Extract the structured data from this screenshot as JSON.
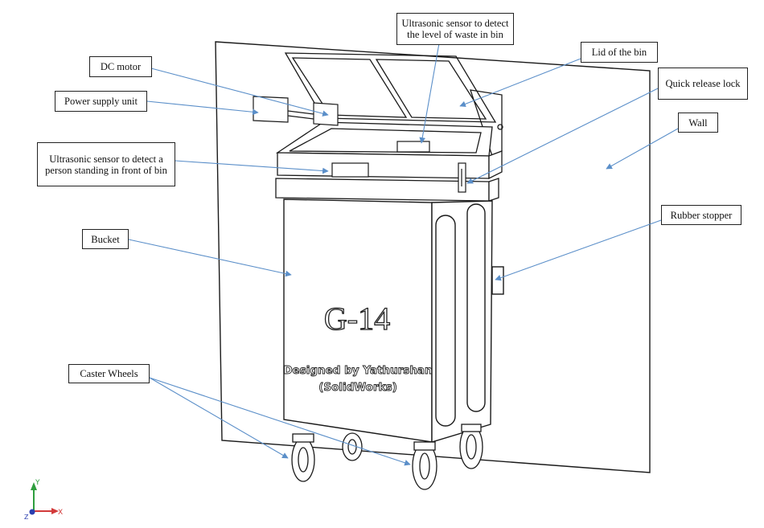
{
  "labels": {
    "dc_motor": "DC motor",
    "power_supply": "Power supply unit",
    "ultrasonic_person": "Ultrasonic sensor to detect a person standing in front of bin",
    "bucket": "Bucket",
    "caster_wheels": "Caster Wheels",
    "ultrasonic_waste": "Ultrasonic sensor to detect the level of waste in bin",
    "lid": "Lid of the bin",
    "quick_release": "Quick release lock",
    "wall": "Wall",
    "rubber_stopper": "Rubber stopper"
  },
  "bin": {
    "model": "G-14",
    "designer_line1": "Designed by Yathurshan",
    "designer_line2": "(SolidWorks)"
  },
  "axes": {
    "x": "X",
    "y": "Y",
    "z": "Z"
  },
  "colors": {
    "leader": "#5b8fc9",
    "outline": "#1a1a1a",
    "axis_x": "#d23a3a",
    "axis_y": "#2e9e3e",
    "axis_z": "#2b3fb0"
  }
}
